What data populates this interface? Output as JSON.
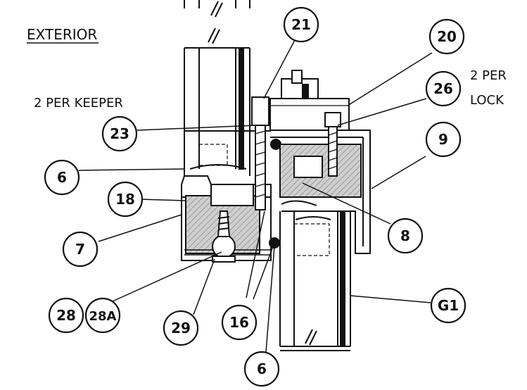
{
  "notes": {
    "exterior": "EXTERIOR",
    "per_keeper": "2 PER KEEPER",
    "per_lock_1": "2 PER",
    "per_lock_2": "LOCK"
  },
  "callouts": {
    "c21": "21",
    "c20": "20",
    "c26": "26",
    "c23": "23",
    "c9": "9",
    "c6a": "6",
    "c18": "18",
    "c7": "7",
    "c8": "8",
    "c28": "28",
    "c28a": "28A",
    "c29": "29",
    "c16": "16",
    "cG1": "G1",
    "c6b": "6"
  },
  "colors": {
    "line": "#111111",
    "foam": "#c4c4c4",
    "background": "#ffffff"
  }
}
